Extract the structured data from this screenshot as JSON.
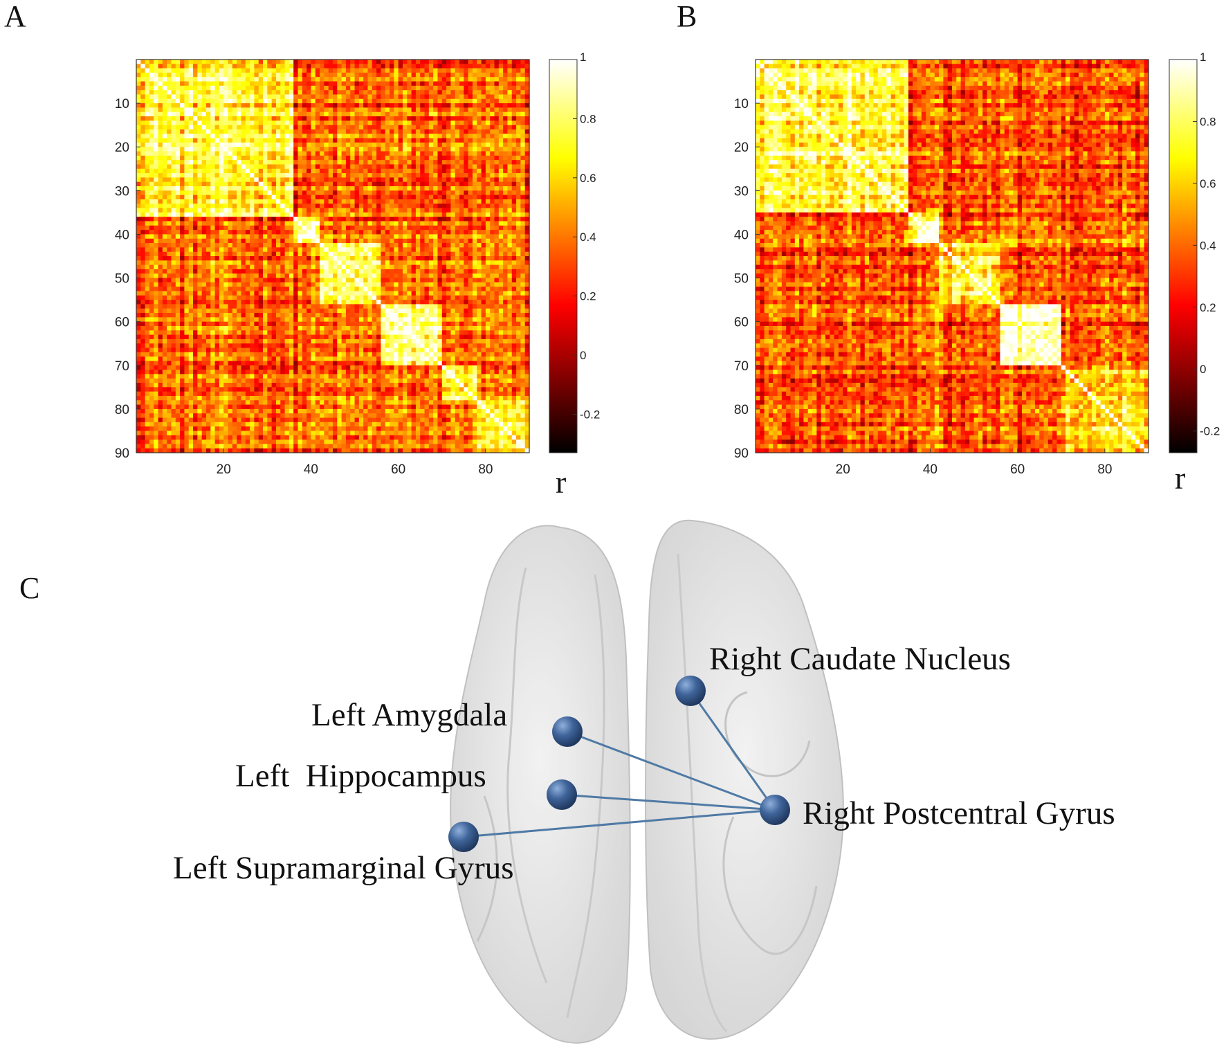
{
  "panels": {
    "a": {
      "letter": "A"
    },
    "b": {
      "letter": "B"
    },
    "c": {
      "letter": "C"
    }
  },
  "chart_data": [
    {
      "type": "heatmap",
      "panel": "A",
      "n": 90,
      "x_ticks": [
        20,
        40,
        60,
        80
      ],
      "y_ticks": [
        10,
        20,
        30,
        40,
        50,
        60,
        70,
        80,
        90
      ],
      "colorbar": {
        "label": "r",
        "ticks": [
          1,
          0.8,
          0.6,
          0.4,
          0.2,
          0,
          -0.2
        ],
        "range": [
          -0.33,
          1
        ],
        "colormap": "hot"
      },
      "modules": [
        [
          1,
          36,
          0.7
        ],
        [
          37,
          42,
          0.9
        ],
        [
          43,
          56,
          0.75
        ],
        [
          57,
          70,
          0.8
        ],
        [
          71,
          78,
          0.7
        ],
        [
          79,
          90,
          0.6
        ]
      ]
    },
    {
      "type": "heatmap",
      "panel": "B",
      "n": 90,
      "x_ticks": [
        20,
        40,
        60,
        80
      ],
      "y_ticks": [
        10,
        20,
        30,
        40,
        50,
        60,
        70,
        80,
        90
      ],
      "colorbar": {
        "label": "r",
        "ticks": [
          1,
          0.8,
          0.6,
          0.4,
          0.2,
          0,
          -0.2
        ],
        "range": [
          -0.27,
          1
        ],
        "colormap": "hot"
      },
      "modules": [
        [
          1,
          35,
          0.75
        ],
        [
          36,
          42,
          0.8
        ],
        [
          43,
          56,
          0.7
        ],
        [
          57,
          70,
          0.85
        ],
        [
          71,
          90,
          0.6
        ]
      ]
    }
  ],
  "brain_network": {
    "nodes": [
      {
        "id": "right-caudate-nucleus",
        "label": "Right Caudate Nucleus"
      },
      {
        "id": "left-amygdala",
        "label": "Left Amygdala"
      },
      {
        "id": "left-hippocampus",
        "label": "Left  Hippocampus"
      },
      {
        "id": "left-supramarginal-gyrus",
        "label": "Left Supramarginal Gyrus"
      },
      {
        "id": "right-postcentral-gyrus",
        "label": "Right Postcentral Gyrus"
      }
    ],
    "edges": [
      [
        "right-caudate-nucleus",
        "right-postcentral-gyrus"
      ],
      [
        "left-amygdala",
        "right-postcentral-gyrus"
      ],
      [
        "left-hippocampus",
        "right-postcentral-gyrus"
      ],
      [
        "left-supramarginal-gyrus",
        "right-postcentral-gyrus"
      ]
    ],
    "node_color": "#2f4f7f",
    "edge_color": "#4f7aa5"
  }
}
